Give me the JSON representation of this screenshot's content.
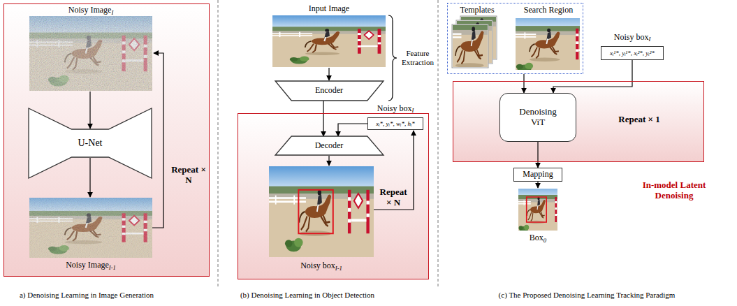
{
  "diagram": {
    "nodes": [
      {
        "text": [
          "Noisy Image",
          "I",
          "Repeat × N",
          "Noisy Image",
          "I-1"
        ]
      },
      {
        "text": [
          "U-Net"
        ],
        "in": 0
      },
      {
        "text": [
          "Encoder"
        ]
      },
      {
        "text": [
          "Repeat × N",
          "Noisy box",
          "I-1"
        ]
      },
      {
        "text": [
          "Noisy box",
          "I",
          "xᵢ*, yᵢ*, wᵢ*, hᵢ*"
        ],
        "in": 3
      },
      {
        "text": [
          "Decoder"
        ],
        "in": 3
      },
      {
        "text": [
          "Templates",
          "Search Region"
        ]
      },
      {
        "text": [
          "Noisy box",
          "I",
          "xᵢ¹*, yᵢ¹*, xᵢ²*, yᵢ²*"
        ]
      },
      {
        "text": [
          "Repeat × 1"
        ]
      },
      {
        "text": [
          "Denoising ViT"
        ],
        "in": 8
      },
      {
        "text": [
          "Mapping"
        ]
      }
    ],
    "edges": [
      {
        "from": 2,
        "to": 5,
        "arrow": "to"
      },
      {
        "from": 4,
        "to": 5,
        "arrow": "to"
      },
      {
        "from": 6,
        "to": 9,
        "arrow": "to"
      },
      {
        "from": 7,
        "to": 9,
        "arrow": "to"
      },
      {
        "from": 9,
        "to": 10,
        "arrow": "to"
      }
    ],
    "labels": [
      "Input Image",
      "Feature Extraction",
      "Box",
      "0",
      "In-model Latent Denoising",
      "a) Denoising Learning in Image Generation",
      "(b) Denoising Learning in Object Detection",
      "(c) The Proposed Denoising Learning Tracking Paradigm"
    ]
  }
}
